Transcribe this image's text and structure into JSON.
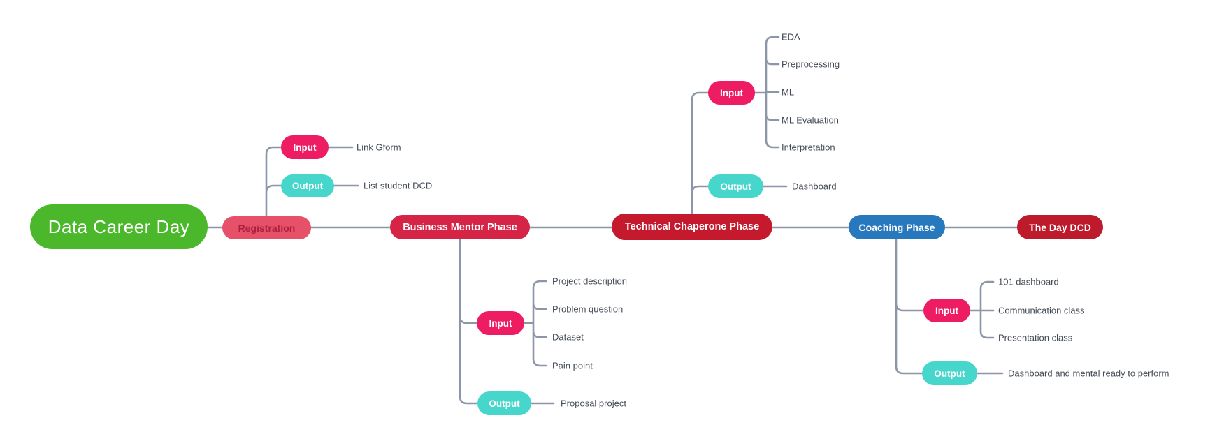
{
  "colors": {
    "root": "#4bb82c",
    "registration": "#e65068",
    "registration_text": "#ab1e3e",
    "business": "#d62446",
    "technical": "#c5192d",
    "coaching": "#2878bd",
    "day_dcd": "#bd1b2c",
    "input": "#ed1c63",
    "output": "#46d6cb",
    "wire": "#8d96a8",
    "leaf_text": "#444b55"
  },
  "map": {
    "root": {
      "label": "Data Career Day"
    },
    "phases": [
      {
        "label": "Registration",
        "input": {
          "label": "Input",
          "items": [
            "Link Gform"
          ]
        },
        "output": {
          "label": "Output",
          "items": [
            "List student DCD"
          ]
        }
      },
      {
        "label": "Business Mentor Phase",
        "input": {
          "label": "Input",
          "items": [
            "Project description",
            "Problem question",
            "Dataset",
            "Pain point"
          ]
        },
        "output": {
          "label": "Output",
          "items": [
            "Proposal project"
          ]
        }
      },
      {
        "label": "Technical Chaperone Phase",
        "input": {
          "label": "Input",
          "items": [
            "EDA",
            "Preprocessing",
            "ML",
            "ML Evaluation",
            "Interpretation"
          ]
        },
        "output": {
          "label": "Output",
          "items": [
            "Dashboard"
          ]
        }
      },
      {
        "label": "Coaching Phase",
        "input": {
          "label": "Input",
          "items": [
            "101 dashboard",
            "Communication class",
            "Presentation class"
          ]
        },
        "output": {
          "label": "Output",
          "items": [
            "Dashboard and mental ready to perform"
          ]
        }
      },
      {
        "label": "The Day DCD"
      }
    ]
  }
}
